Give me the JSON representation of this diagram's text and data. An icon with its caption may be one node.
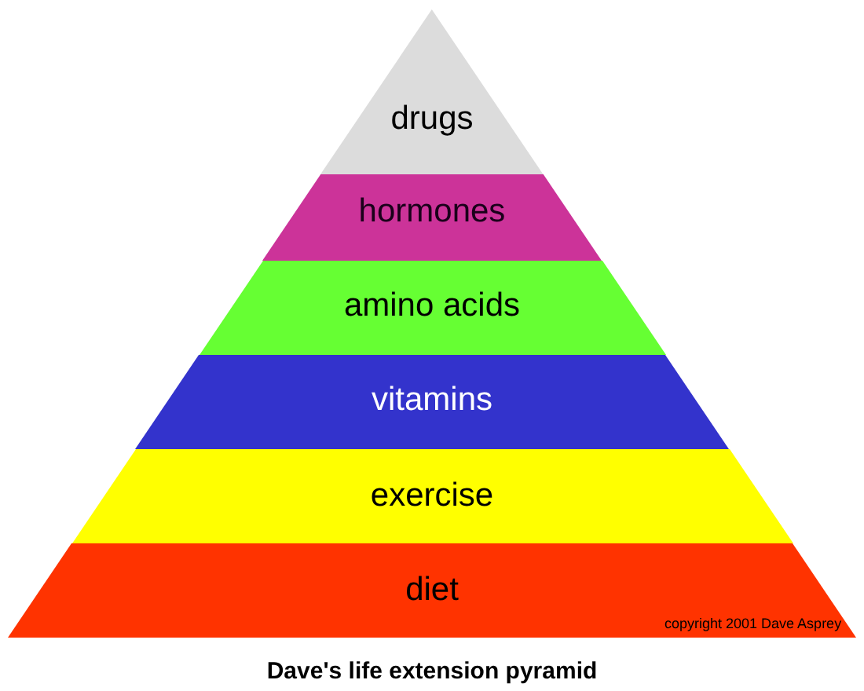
{
  "diagram": {
    "caption": "Dave's life extension pyramid",
    "nodes": [
      {
        "text": [
          "drugs"
        ]
      },
      {
        "text": [
          "hormones"
        ]
      },
      {
        "text": [
          "amino acids"
        ]
      },
      {
        "text": [
          "vitamins"
        ]
      },
      {
        "text": [
          "exercise"
        ]
      },
      {
        "text": [
          "diet"
        ]
      }
    ],
    "labels": [
      "copyright 2001 Dave Asprey"
    ]
  }
}
